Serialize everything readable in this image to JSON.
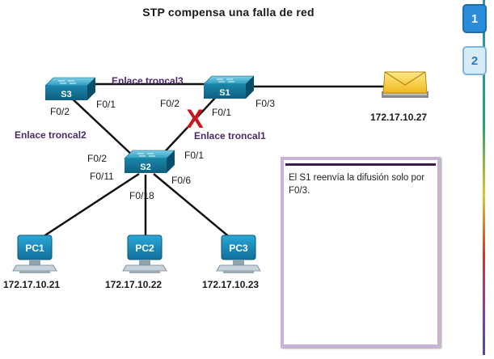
{
  "title": "STP compensa una falla de red",
  "switches": {
    "s1": "S1",
    "s2": "S2",
    "s3": "S3"
  },
  "pcs": {
    "pc1": {
      "name": "PC1",
      "ip": "172.17.10.21"
    },
    "pc2": {
      "name": "PC2",
      "ip": "172.17.10.22"
    },
    "pc3": {
      "name": "PC3",
      "ip": "172.17.10.23"
    }
  },
  "email_host_ip": "172.17.10.27",
  "links": {
    "trunk3": "Enlace troncal3",
    "trunk2": "Enlace troncal2",
    "trunk1": "Enlace troncal1"
  },
  "ports": {
    "s3_f02": "F0/2",
    "s3_f01": "F0/1",
    "s1_f02": "F0/2",
    "s1_f01": "F0/1",
    "s1_f03": "F0/3",
    "s2_f02": "F0/2",
    "s2_f01": "F0/1",
    "s2_f011": "F0/11",
    "s2_f06": "F0/6",
    "s2_f018": "F0/18"
  },
  "failure_mark": "X",
  "note": "El S1 reenvía la difusión solo por F0/3.",
  "slides": [
    "1",
    "2"
  ],
  "colors": {
    "link_label": "#4b2a6a",
    "failure": "#c8161d",
    "switch": "#1e8fb0",
    "pc_label": "#0f6c9a",
    "note_border": "#c9b3d6",
    "active_slide": "#2a8bd8"
  }
}
